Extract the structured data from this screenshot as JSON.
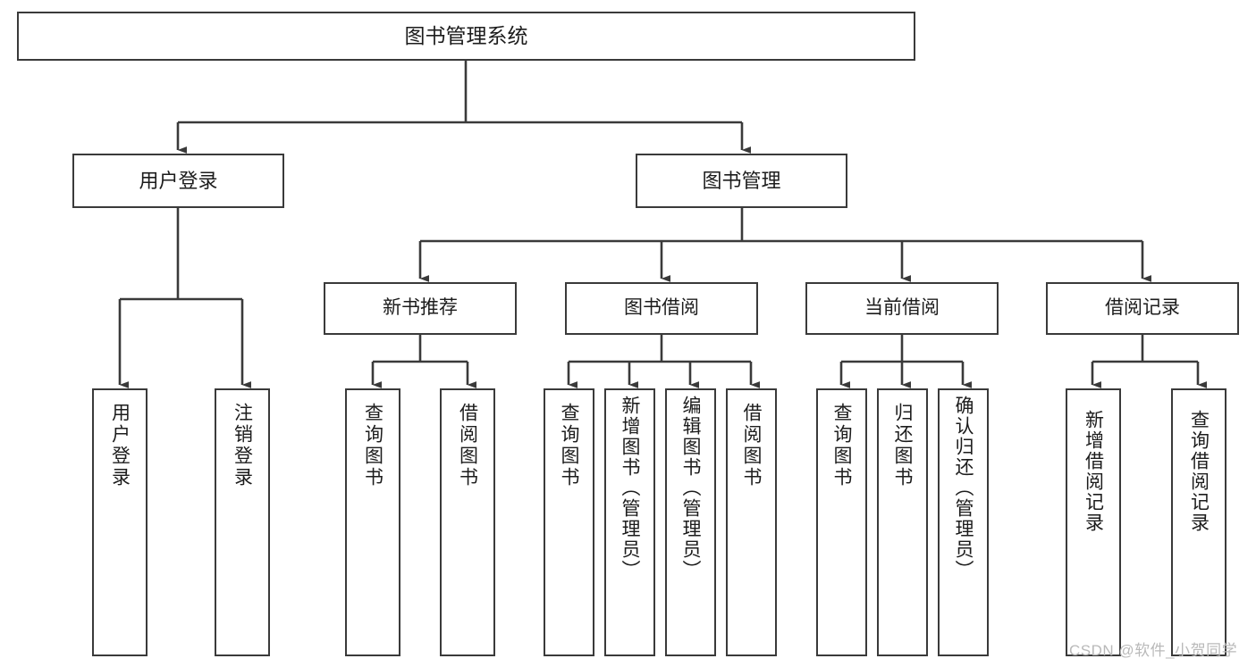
{
  "diagram": {
    "title": "图书管理系统",
    "type": "功能结构图",
    "root": {
      "label": "图书管理系统"
    },
    "level2": [
      {
        "label": "用户登录"
      },
      {
        "label": "图书管理"
      }
    ],
    "level3": [
      {
        "label": "新书推荐"
      },
      {
        "label": "图书借阅"
      },
      {
        "label": "当前借阅"
      },
      {
        "label": "借阅记录"
      }
    ],
    "leaves": {
      "user_login": [
        {
          "label": "用户登录"
        },
        {
          "label": "注销登录"
        }
      ],
      "new_book_recommend": [
        {
          "label": "查询图书"
        },
        {
          "label": "借阅图书"
        }
      ],
      "book_borrow": [
        {
          "label": "查询图书"
        },
        {
          "label": "新增图书（管理员）"
        },
        {
          "label": "编辑图书（管理员）"
        },
        {
          "label": "借阅图书"
        }
      ],
      "current_borrow": [
        {
          "label": "查询图书"
        },
        {
          "label": "归还图书"
        },
        {
          "label": "确认归还（管理员）"
        }
      ],
      "borrow_record": [
        {
          "label": "新增借阅记录"
        },
        {
          "label": "查询借阅记录"
        }
      ]
    }
  },
  "watermark": {
    "text": "CSDN @软件_小贺同学"
  },
  "colors": {
    "border": "#3a3a3a",
    "text": "#1c1c1c",
    "background": "#ffffff",
    "watermark": "#b9b9b9"
  }
}
